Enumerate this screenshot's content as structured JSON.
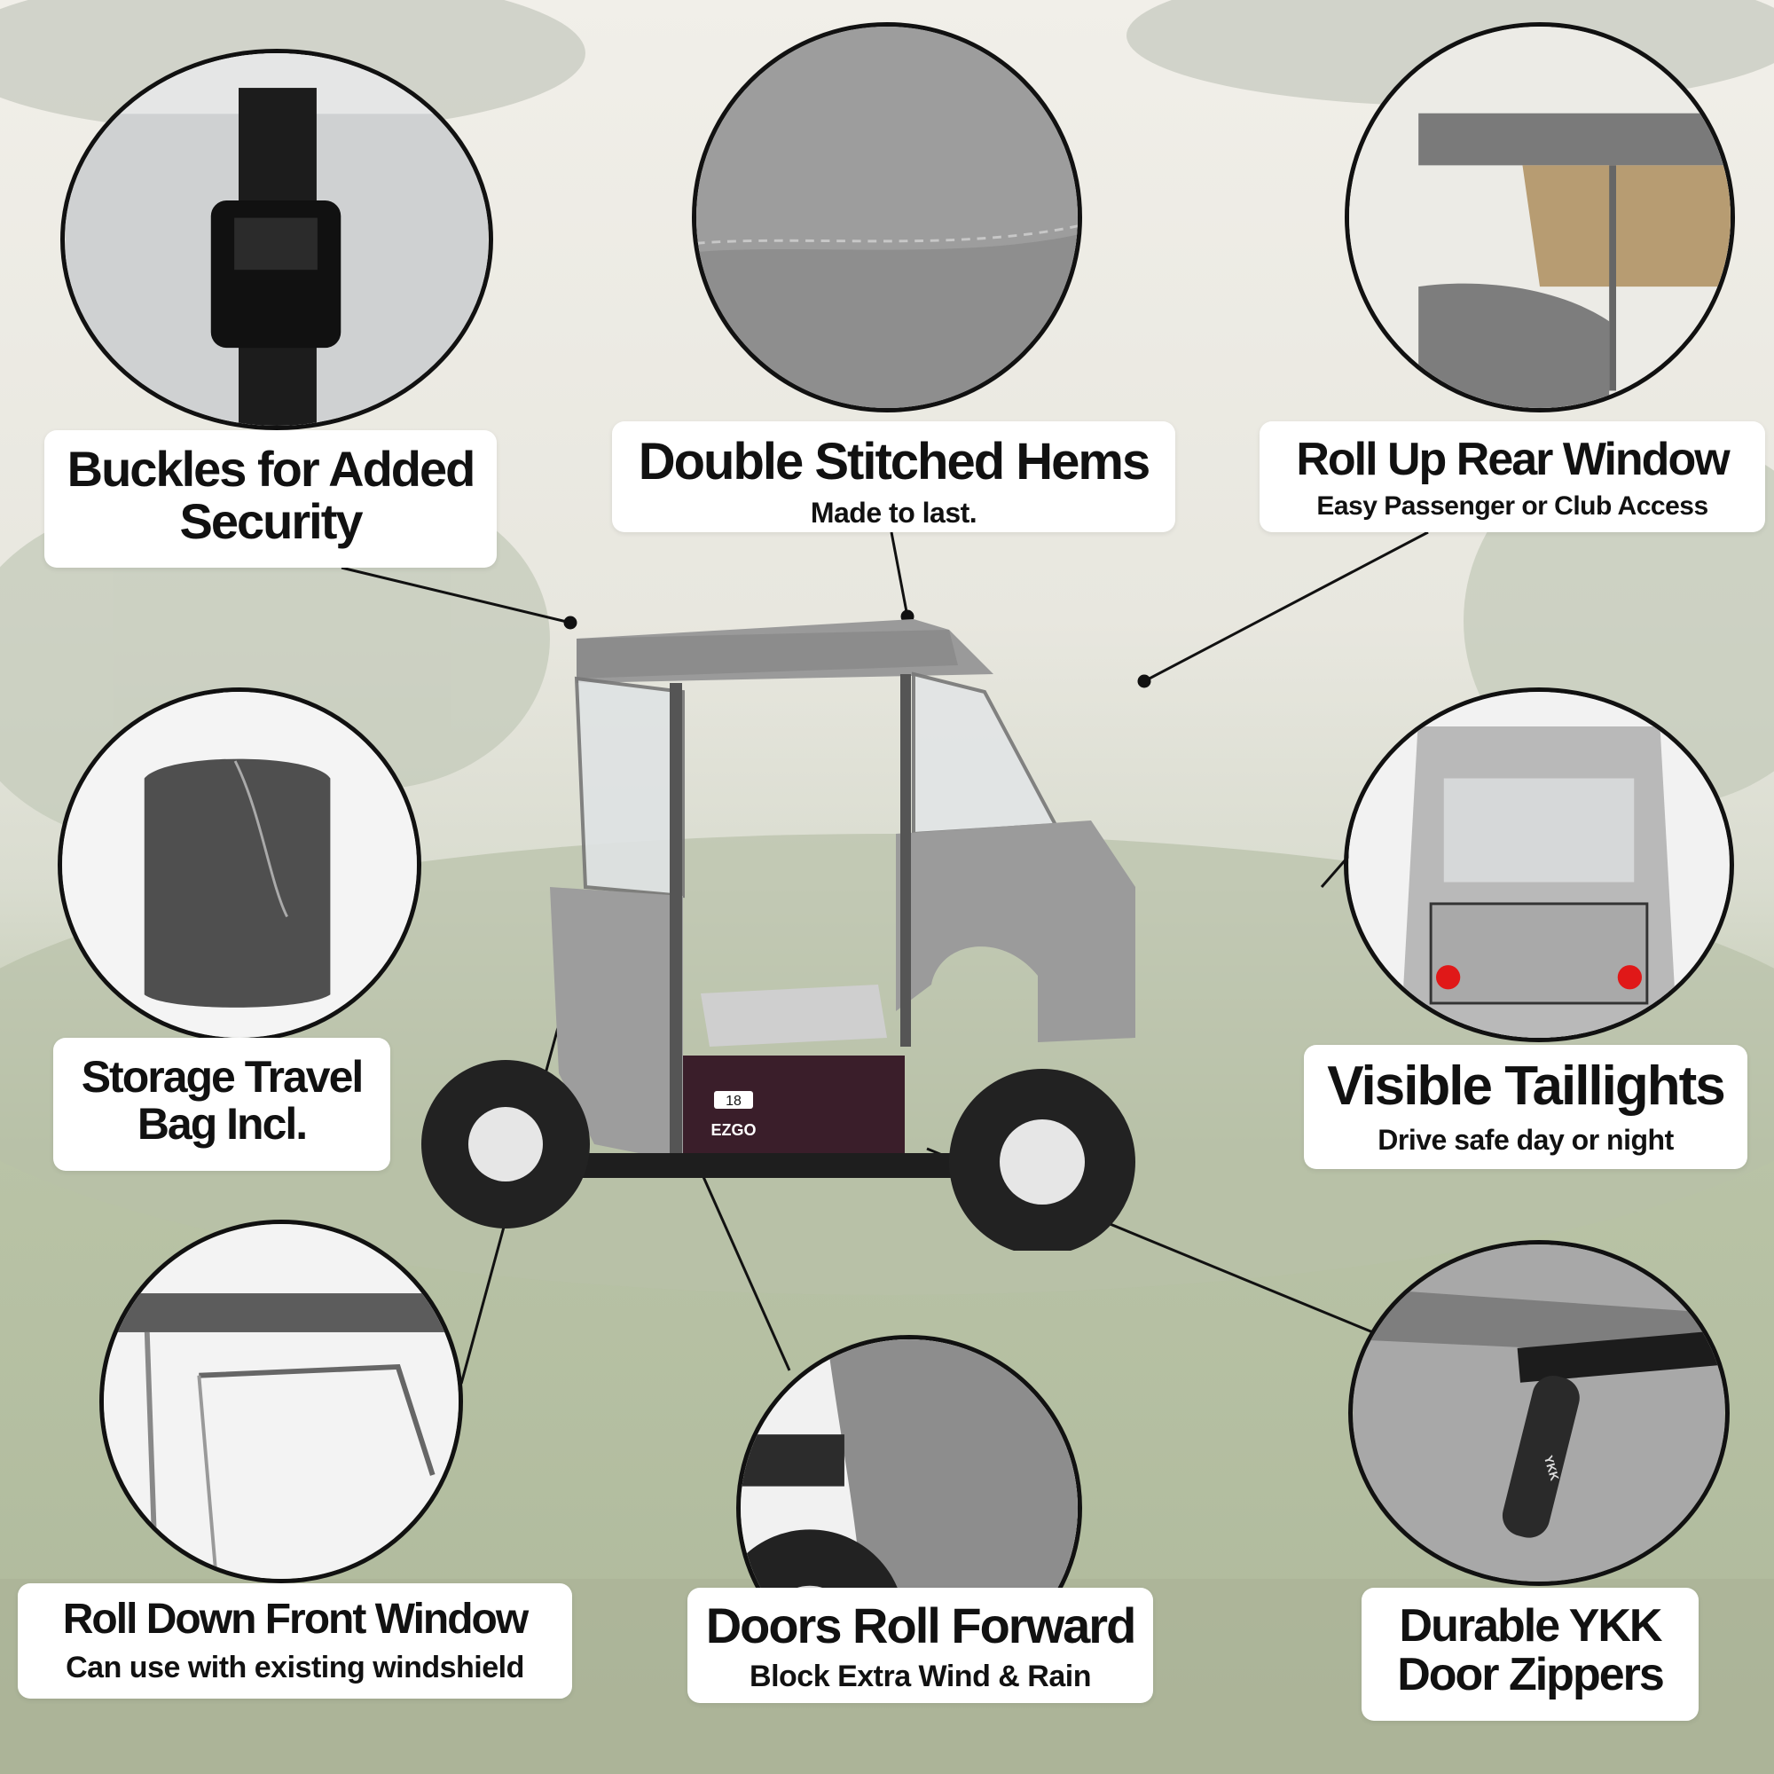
{
  "features": {
    "buckles": {
      "title": "Buckles for Added Security",
      "subtitle": ""
    },
    "stitched": {
      "title": "Double Stitched Hems",
      "subtitle": "Made to last."
    },
    "rear_window": {
      "title": "Roll Up Rear Window",
      "subtitle": "Easy Passenger or Club Access"
    },
    "storage": {
      "title": "Storage Travel Bag Incl.",
      "subtitle": ""
    },
    "taillights": {
      "title": "Visible Taillights",
      "subtitle": "Drive safe day or night"
    },
    "front_window": {
      "title": "Roll Down Front Window",
      "subtitle": "Can use with existing windshield"
    },
    "doors": {
      "title": "Doors Roll Forward",
      "subtitle": "Block Extra Wind & Rain"
    },
    "zippers": {
      "title": "Durable YKK Door Zippers",
      "subtitle": ""
    }
  },
  "cart": {
    "badge_number": "18",
    "brand": "EZGO"
  },
  "zipper_brand": "YKK",
  "colors": {
    "cover_gray": "#8f8f8f",
    "accent_red": "#e01818"
  }
}
